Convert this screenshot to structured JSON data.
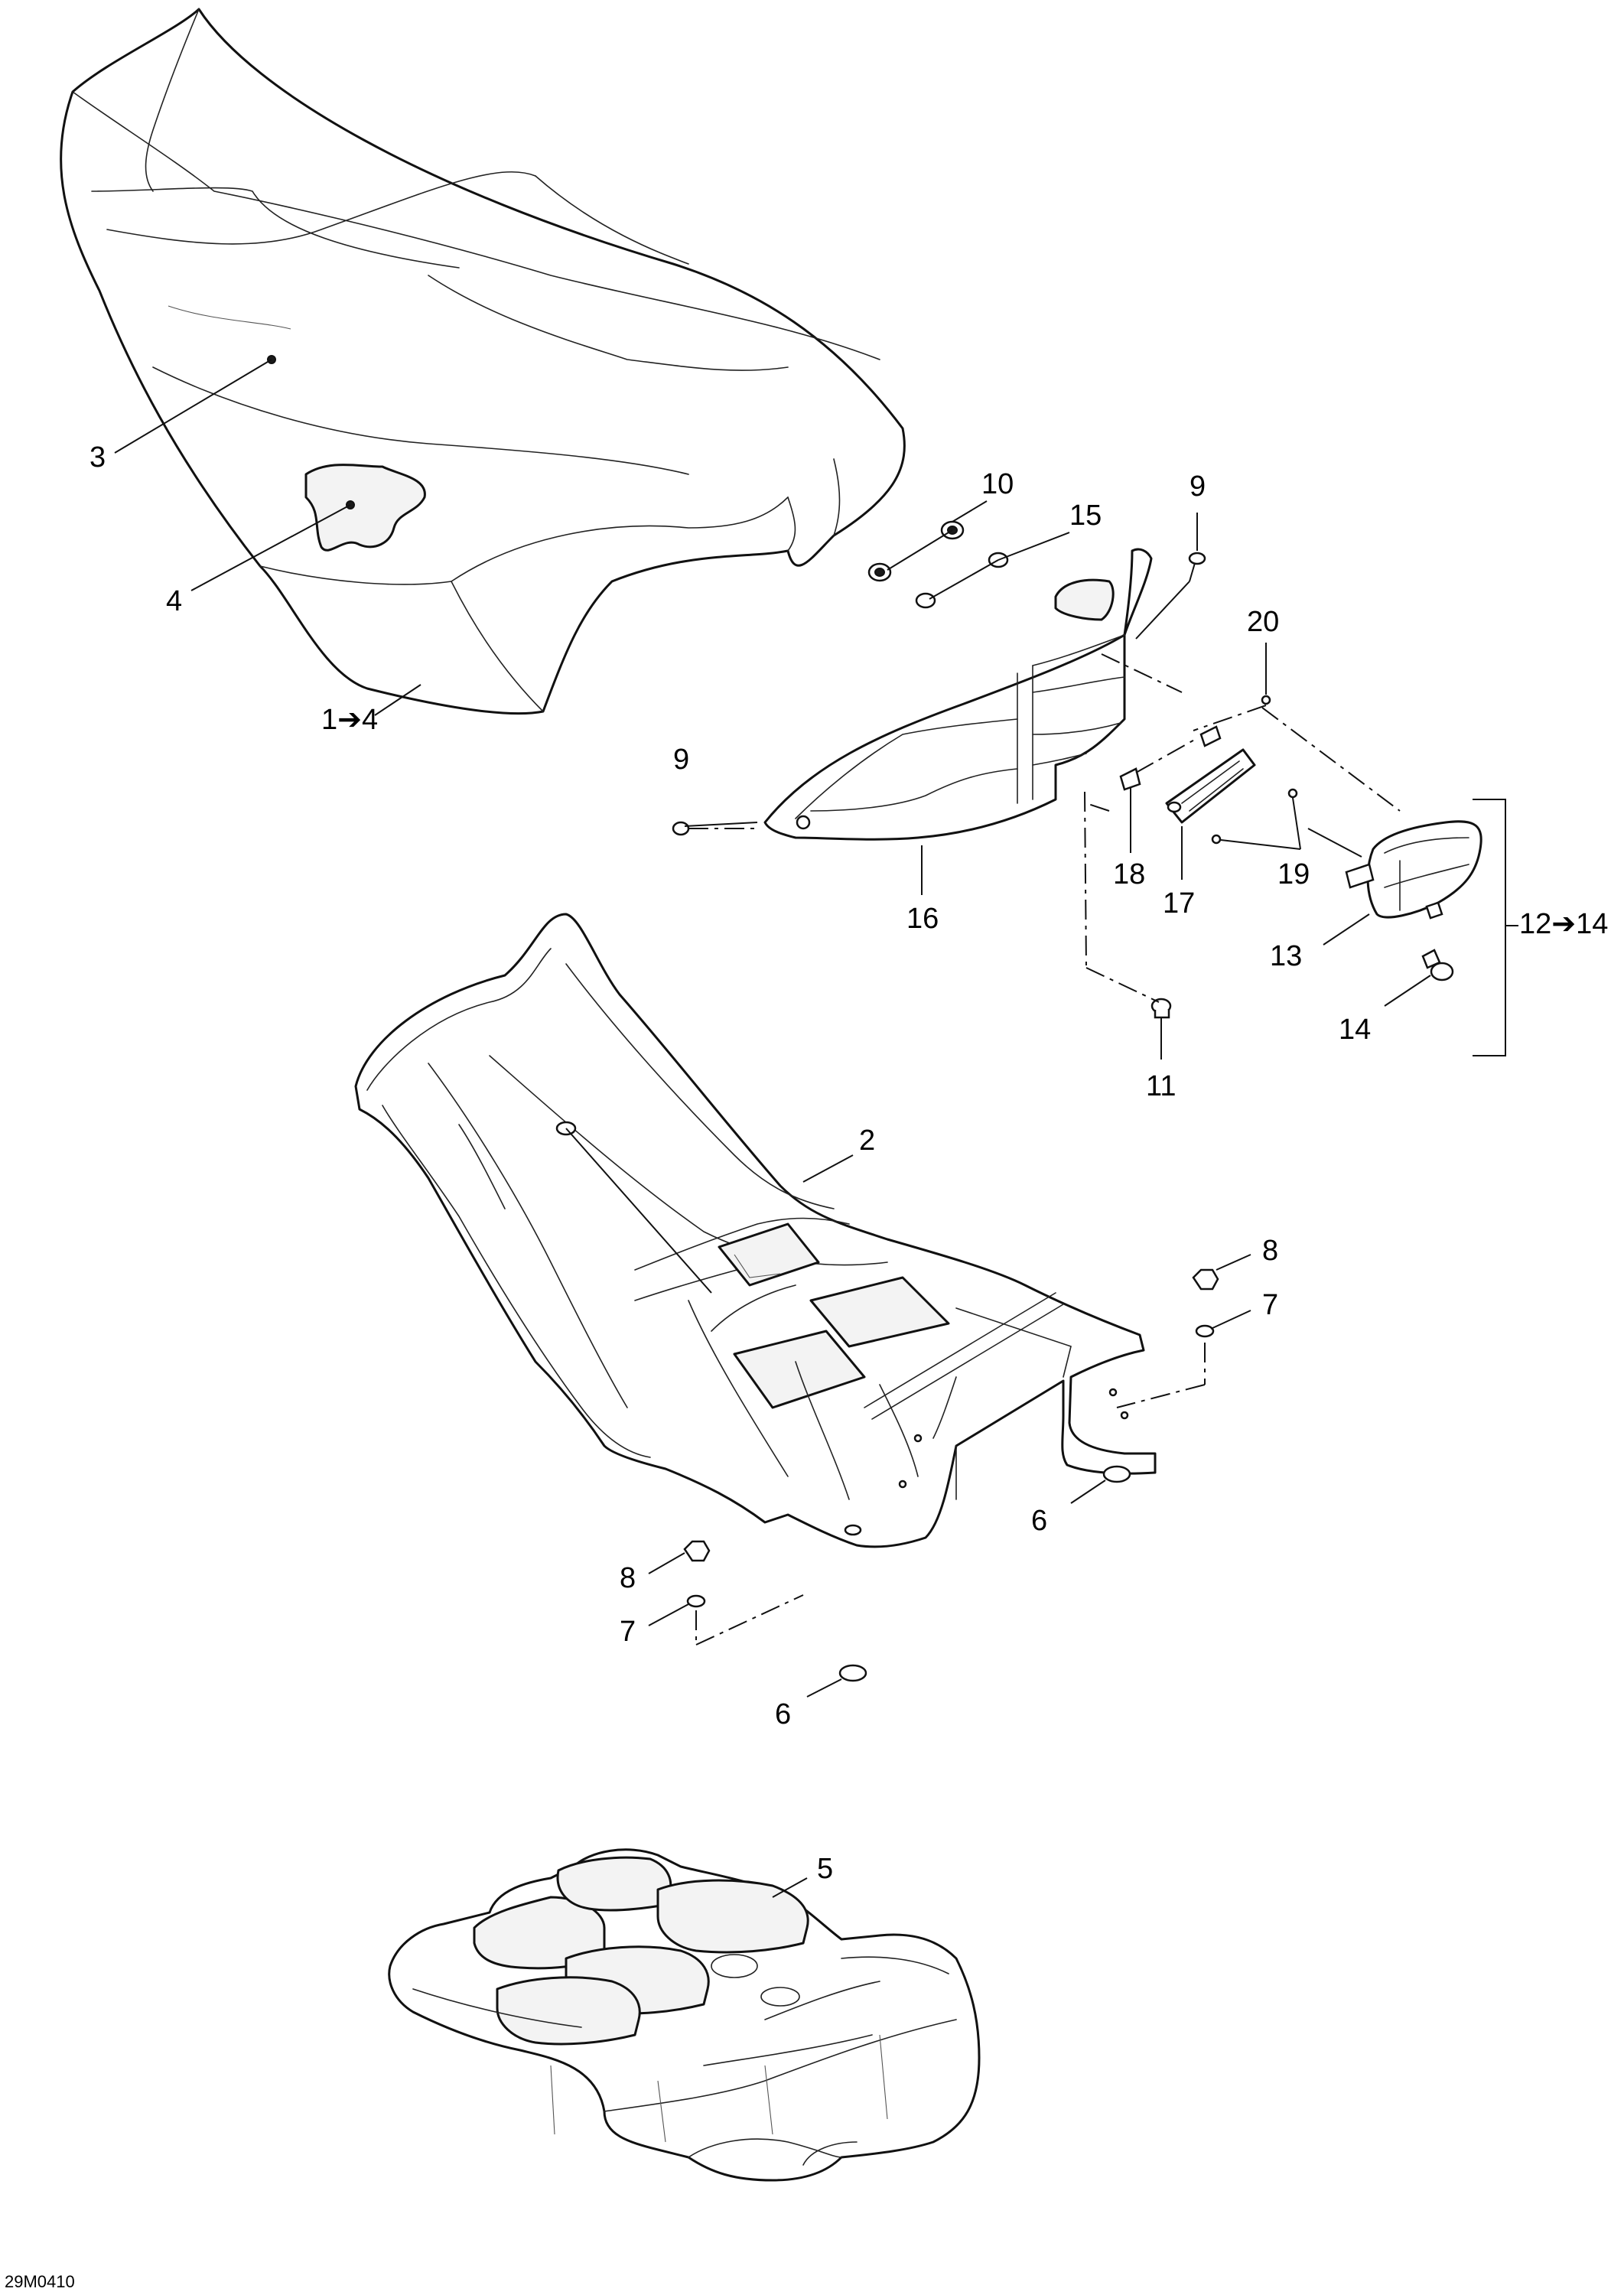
{
  "figure_ref": "29M0410",
  "callouts": {
    "c1to4": "1➔4",
    "c2": "2",
    "c3": "3",
    "c4": "4",
    "c5": "5",
    "c6a": "6",
    "c6b": "6",
    "c7a": "7",
    "c7b": "7",
    "c8a": "8",
    "c8b": "8",
    "c9a": "9",
    "c9b": "9",
    "c10": "10",
    "c11": "11",
    "c12to14": "12➔14",
    "c13": "13",
    "c14": "14",
    "c15": "15",
    "c16": "16",
    "c17": "17",
    "c18": "18",
    "c19": "19",
    "c20": "20"
  }
}
